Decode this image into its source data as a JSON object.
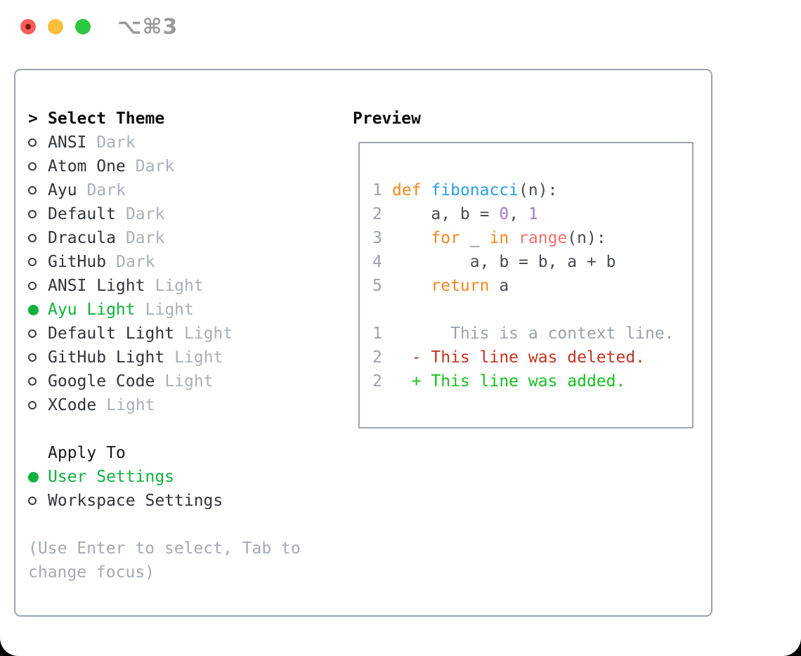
{
  "window": {
    "title_shortcut": "⌥⌘3"
  },
  "theme_panel": {
    "prompt": ">",
    "header": "Select Theme",
    "items": [
      {
        "name": "ANSI",
        "tag": "Dark",
        "selected": false
      },
      {
        "name": "Atom One",
        "tag": "Dark",
        "selected": false
      },
      {
        "name": "Ayu",
        "tag": "Dark",
        "selected": false
      },
      {
        "name": "Default",
        "tag": "Dark",
        "selected": false
      },
      {
        "name": "Dracula",
        "tag": "Dark",
        "selected": false
      },
      {
        "name": "GitHub",
        "tag": "Dark",
        "selected": false
      },
      {
        "name": "ANSI Light",
        "tag": "Light",
        "selected": false
      },
      {
        "name": "Ayu Light",
        "tag": "Light",
        "selected": true
      },
      {
        "name": "Default Light",
        "tag": "Light",
        "selected": false
      },
      {
        "name": "GitHub Light",
        "tag": "Light",
        "selected": false
      },
      {
        "name": "Google Code",
        "tag": "Light",
        "selected": false
      },
      {
        "name": "XCode",
        "tag": "Light",
        "selected": false
      }
    ],
    "apply_to": {
      "header": "Apply To",
      "options": [
        {
          "name": "User Settings",
          "selected": true
        },
        {
          "name": "Workspace Settings",
          "selected": false
        }
      ]
    },
    "hint_line1": "(Use Enter to select, Tab to",
    "hint_line2": "change focus)"
  },
  "preview": {
    "header": "Preview",
    "code": {
      "l1_num": "1",
      "l1_kw": "def",
      "l1_sp": " ",
      "l1_fn": "fibonacci",
      "l1_rest": "(n):",
      "l2_num": "2",
      "l2_a": "    a, b = ",
      "l2_n1": "0",
      "l2_b": ", ",
      "l2_n2": "1",
      "l3_num": "3",
      "l3_a": "    ",
      "l3_kw1": "for",
      "l3_b": " _ ",
      "l3_kw2": "in",
      "l3_c": " ",
      "l3_call": "range",
      "l3_d": "(n):",
      "l4_num": "4",
      "l4_a": "        a, b = b, a + b",
      "l5_num": "5",
      "l5_a": "    ",
      "l5_kw": "return",
      "l5_b": " a"
    },
    "diff": {
      "ctx_num": "1",
      "ctx_text": "      This is a context line.",
      "del_num": "2",
      "del_text": "  - This line was deleted.",
      "add_num": "2",
      "add_text": "  + This line was added."
    }
  },
  "colors": {
    "panel_border": "#9aa4af",
    "selected_green": "#0db23c",
    "keyword_orange": "#f8861d",
    "function_blue": "#2b9fe8",
    "builtin_coral": "#f07171",
    "number_purple": "#a37acc",
    "diff_deleted_red": "#c2351e",
    "diff_added_green": "#17c21d",
    "muted_gray": "#9aa2ad",
    "traffic_red": "#f55f57",
    "traffic_yellow": "#fbbe3d",
    "traffic_green": "#2bc840"
  }
}
